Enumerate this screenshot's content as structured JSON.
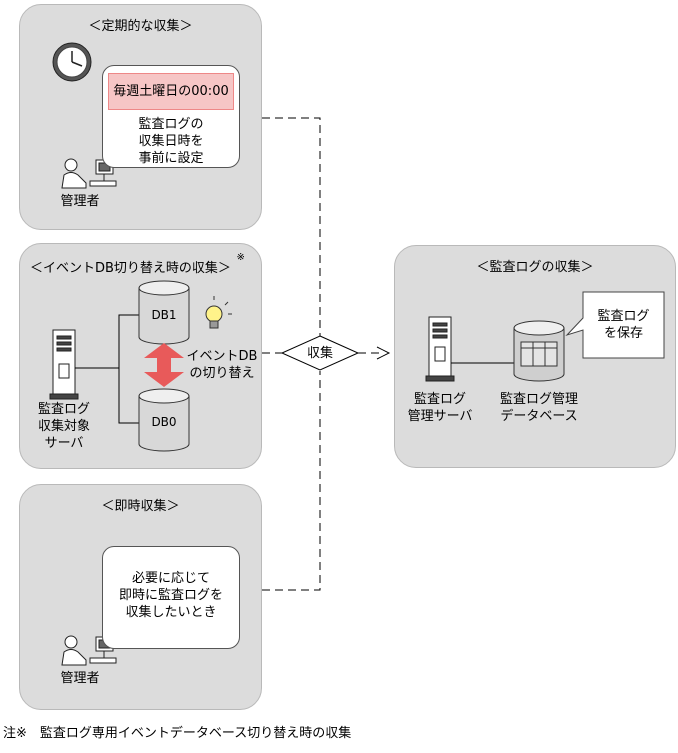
{
  "periodic": {
    "title": "＜定期的な収集＞",
    "schedule": "毎週土曜日の00:00",
    "desc": [
      "監査ログの",
      "収集日時を",
      "事前に設定"
    ],
    "admin": "管理者"
  },
  "eventdb": {
    "title": "＜イベントDB切り替え時の収集＞",
    "mark": "※",
    "db1": "DB1",
    "db0": "DB0",
    "switch": [
      "イベントDB",
      "の切り替え"
    ],
    "server": [
      "監査ログ",
      "収集対象",
      "サーバ"
    ]
  },
  "immediate": {
    "title": "＜即時収集＞",
    "desc": [
      "必要に応じて",
      "即時に監査ログを",
      "収集したいとき"
    ],
    "admin": "管理者"
  },
  "collect": {
    "label": "収集"
  },
  "audit": {
    "title": "＜監査ログの収集＞",
    "save": [
      "監査ログ",
      "を保存"
    ],
    "server": [
      "監査ログ",
      "管理サーバ"
    ],
    "db": [
      "監査ログ管理",
      "データベース"
    ]
  },
  "footnote": "注※　監査ログ専用イベントデータベース切り替え時の収集",
  "colors": {
    "panel": "#dcdcdc",
    "schedule_bg": "#f6c6c6",
    "arrow": "#e85a5a"
  }
}
